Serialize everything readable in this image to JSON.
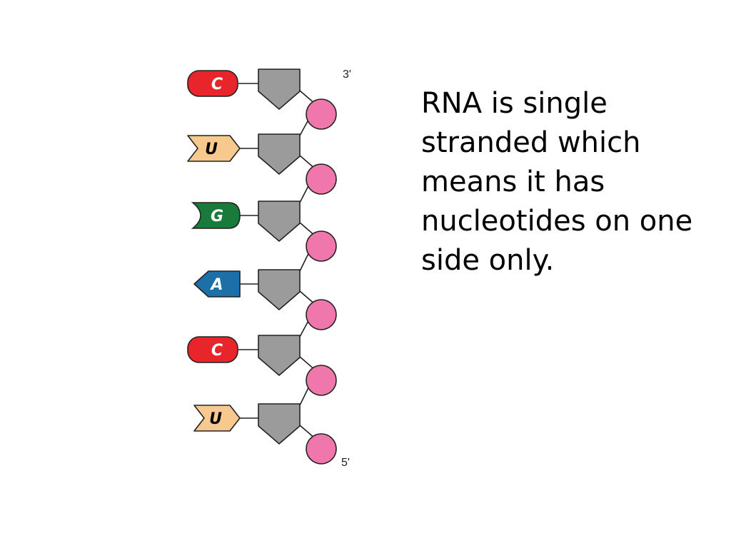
{
  "diagram": {
    "end_top_label": "3'",
    "end_bottom_label": "5'",
    "nucleotides": [
      {
        "base": "C",
        "shape": "rounded",
        "color": "#e8252b",
        "text_color": "#ffffff"
      },
      {
        "base": "U",
        "shape": "chevron",
        "color": "#f7c98f",
        "text_color": "#000000"
      },
      {
        "base": "G",
        "shape": "notched",
        "color": "#1a7a3a",
        "text_color": "#ffffff"
      },
      {
        "base": "A",
        "shape": "arrow",
        "color": "#1d6fa8",
        "text_color": "#ffffff"
      },
      {
        "base": "C",
        "shape": "rounded",
        "color": "#e8252b",
        "text_color": "#ffffff"
      },
      {
        "base": "U",
        "shape": "chevron",
        "color": "#f7c98f",
        "text_color": "#000000"
      }
    ],
    "sugar_color": "#9b9b9b",
    "phosphate_color": "#ef77ab"
  },
  "text": {
    "explanation": "RNA is single stranded which means it has nucleotides on one side only."
  }
}
